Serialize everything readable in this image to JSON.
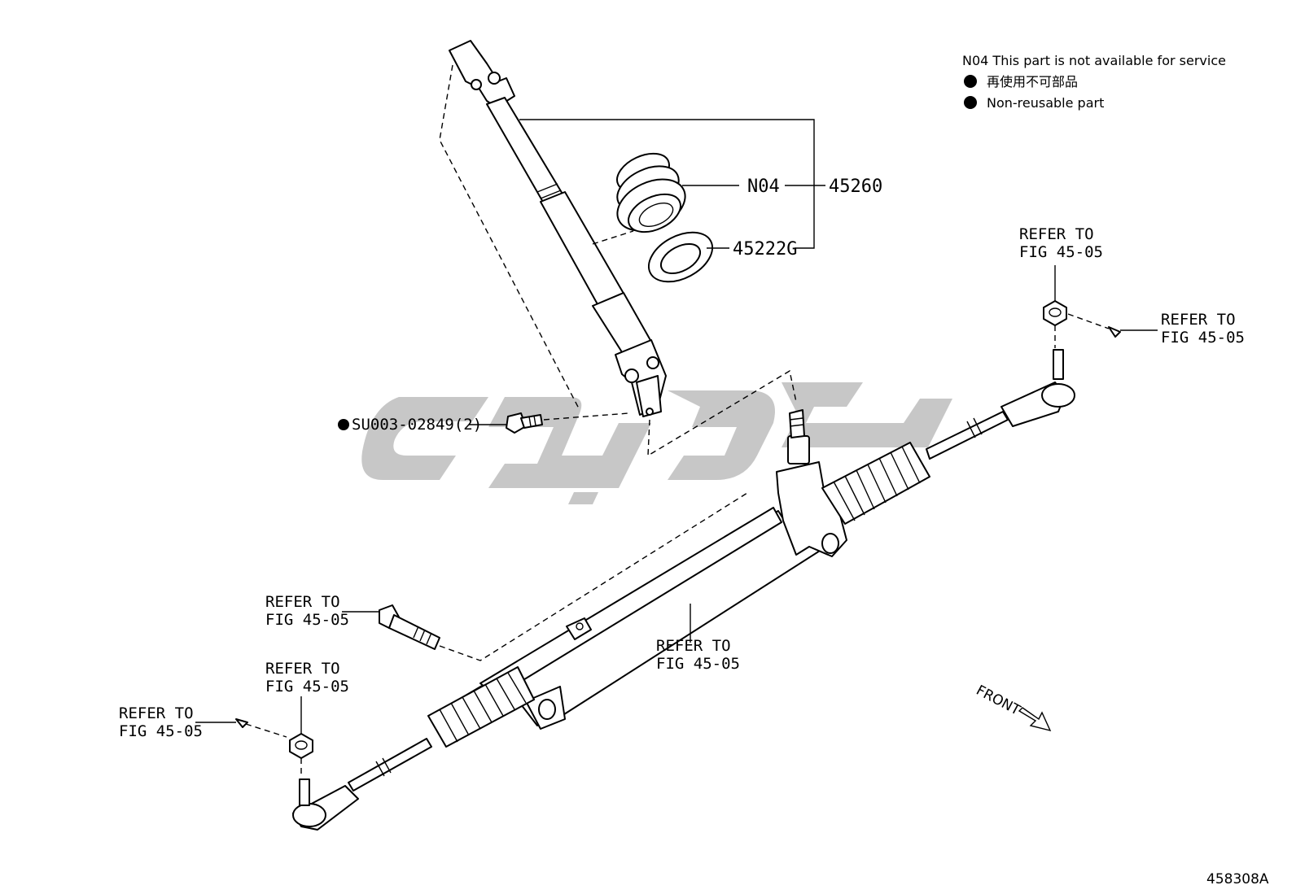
{
  "legend": {
    "n04_note": "N04 This part is not available for service",
    "non_reusable_jp": "再使用不可部品",
    "non_reusable_en": "Non-reusable part"
  },
  "callouts": {
    "n04": "N04",
    "p45260": "45260",
    "p45222g": "45222G",
    "su003": "SU003-02849(2)",
    "refer_to": "REFER TO",
    "fig_45_05": "FIG 45-05"
  },
  "front_label": "FRONT",
  "figure_number": "458308A",
  "colors": {
    "line": "#000000",
    "watermark": "#bdbdbd",
    "background": "#ffffff"
  }
}
